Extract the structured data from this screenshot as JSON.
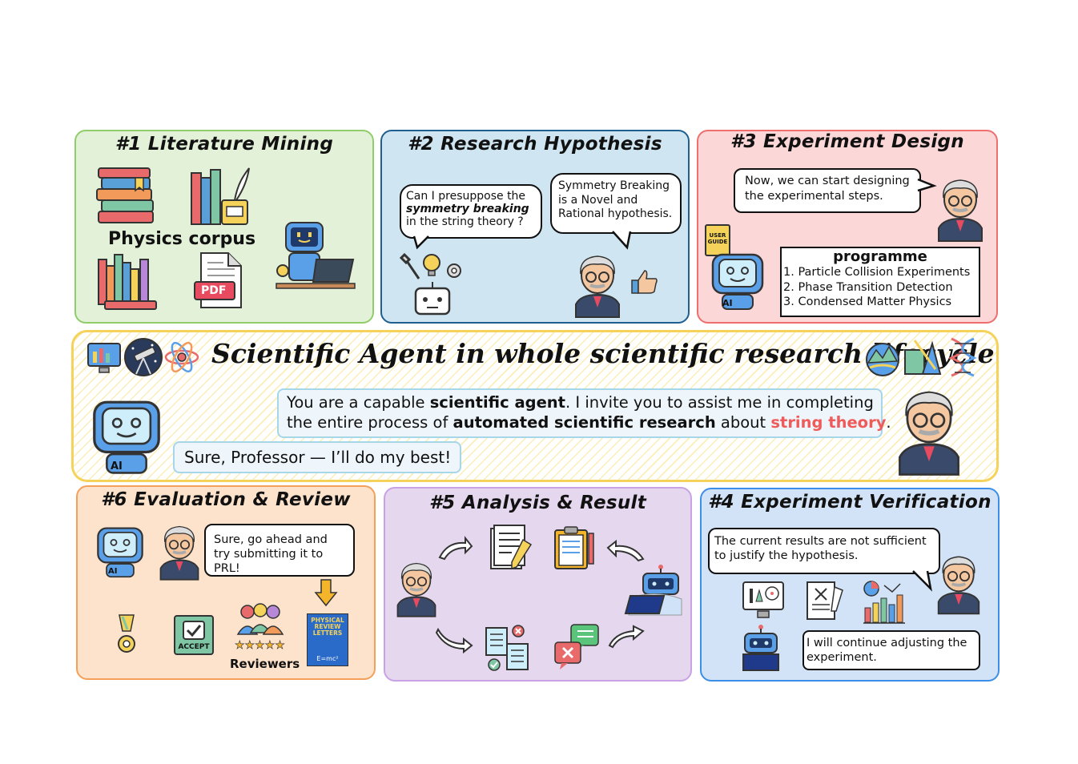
{
  "panels": {
    "p1": {
      "title": "#1 Literature Mining",
      "corpus_label": "Physics corpus",
      "pdf_label": "PDF"
    },
    "p2": {
      "title": "#2 Research Hypothesis",
      "question_a": "Can I presuppose the",
      "question_b": "symmetry breaking",
      "question_c": " in the string theory ?",
      "answer": "Symmetry Breaking is a Novel and Rational hypothesis."
    },
    "p3": {
      "title": "#3 Experiment Design",
      "speech": "Now, we can start designing the experimental steps.",
      "programme_title": "programme",
      "programme_items": [
        "1. Particle Collision Experiments",
        "2. Phase Transition Detection",
        "3. Condensed Matter Physics"
      ],
      "guide_label": "USER GUIDE",
      "ai_label": "AI"
    },
    "center": {
      "title": "Scientific Agent in whole scientific research lifecycle",
      "prompt_1": "You are a capable ",
      "prompt_2": "scientific agent",
      "prompt_3": ". I invite you to assist me in completing",
      "prompt_4": "the entire process of ",
      "prompt_5": "automated scientific research",
      "prompt_6": " about ",
      "prompt_7": "string theory",
      "prompt_8": ".",
      "reply": "Sure, Professor — I’ll do my best!",
      "ai_label": "AI"
    },
    "p6": {
      "title": "#6 Evaluation & Review",
      "speech": "Sure, go ahead and try submitting it to PRL!",
      "accept_label": "ACCEPT",
      "reviewers_label": "Reviewers",
      "journal_label": "PHYSICAL REVIEW LETTERS",
      "journal_formula": "E=mc²",
      "ai_label": "AI"
    },
    "p5": {
      "title": "#5 Analysis & Result"
    },
    "p4": {
      "title": "#4 Experiment Verification",
      "speech_top": "The current results are not sufficient to justify the hypothesis.",
      "speech_bottom": "I will continue adjusting the experiment."
    }
  },
  "colors": {
    "green": "#8fce6a",
    "blue_panel": "#1f5f8f",
    "red": "#ef6f6f",
    "yellow": "#f5d35a",
    "orange": "#f4a05a",
    "purple": "#c9a2e6",
    "blue2": "#3d8ee8",
    "string_theory": "#ef5a5a"
  }
}
